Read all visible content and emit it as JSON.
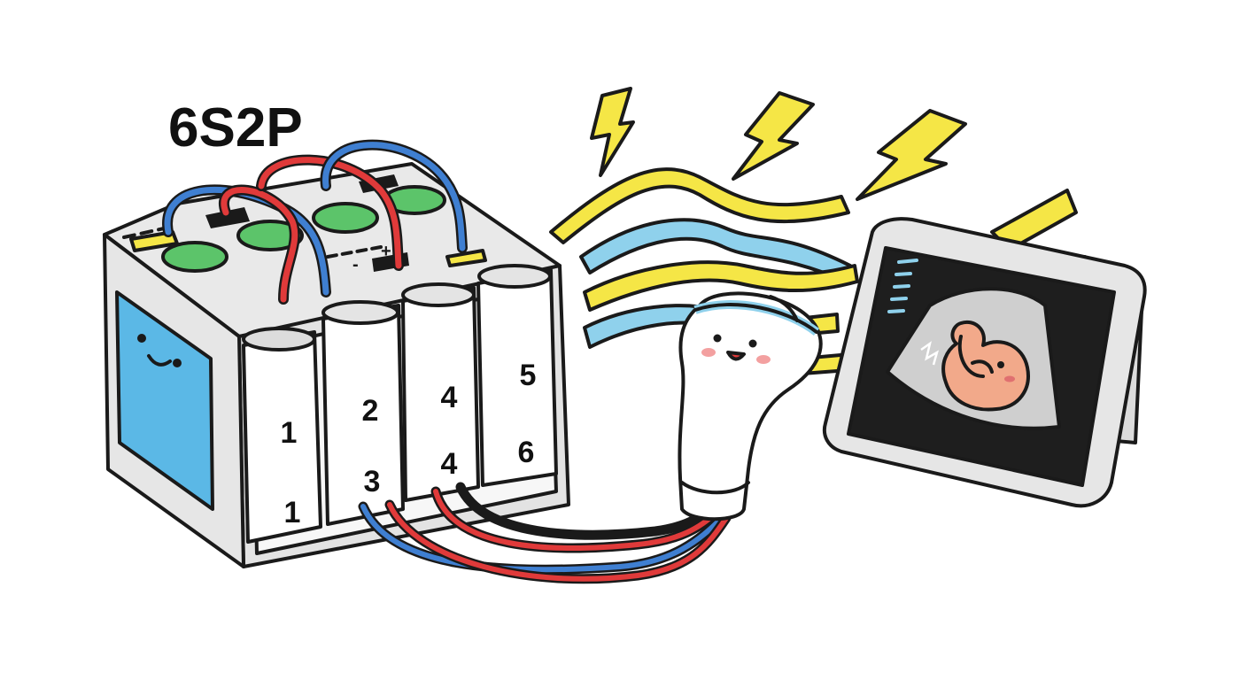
{
  "title": "6S2P",
  "cells": [
    {
      "id": "cell-a",
      "labels": [
        "1",
        "1"
      ]
    },
    {
      "id": "cell-b",
      "labels": [
        "2",
        "3"
      ]
    },
    {
      "id": "cell-c",
      "labels": [
        "4",
        "4"
      ]
    },
    {
      "id": "cell-d",
      "labels": [
        "5",
        "6"
      ]
    }
  ],
  "colors": {
    "wire_red": "#e03a3a",
    "wire_blue": "#3f7fd1",
    "wire_black": "#1a1a1a",
    "terminal_green": "#5cc46a",
    "battery_face": "#5bb8e6",
    "wave_yellow": "#f5e646",
    "wave_blue": "#8fd1ec",
    "screen_dark": "#1e1e1e",
    "fetus": "#f2a98a"
  },
  "icons": [
    "lightning-bolt-icon",
    "smiley-face-icon",
    "ultrasound-probe-icon",
    "fetus-icon"
  ]
}
